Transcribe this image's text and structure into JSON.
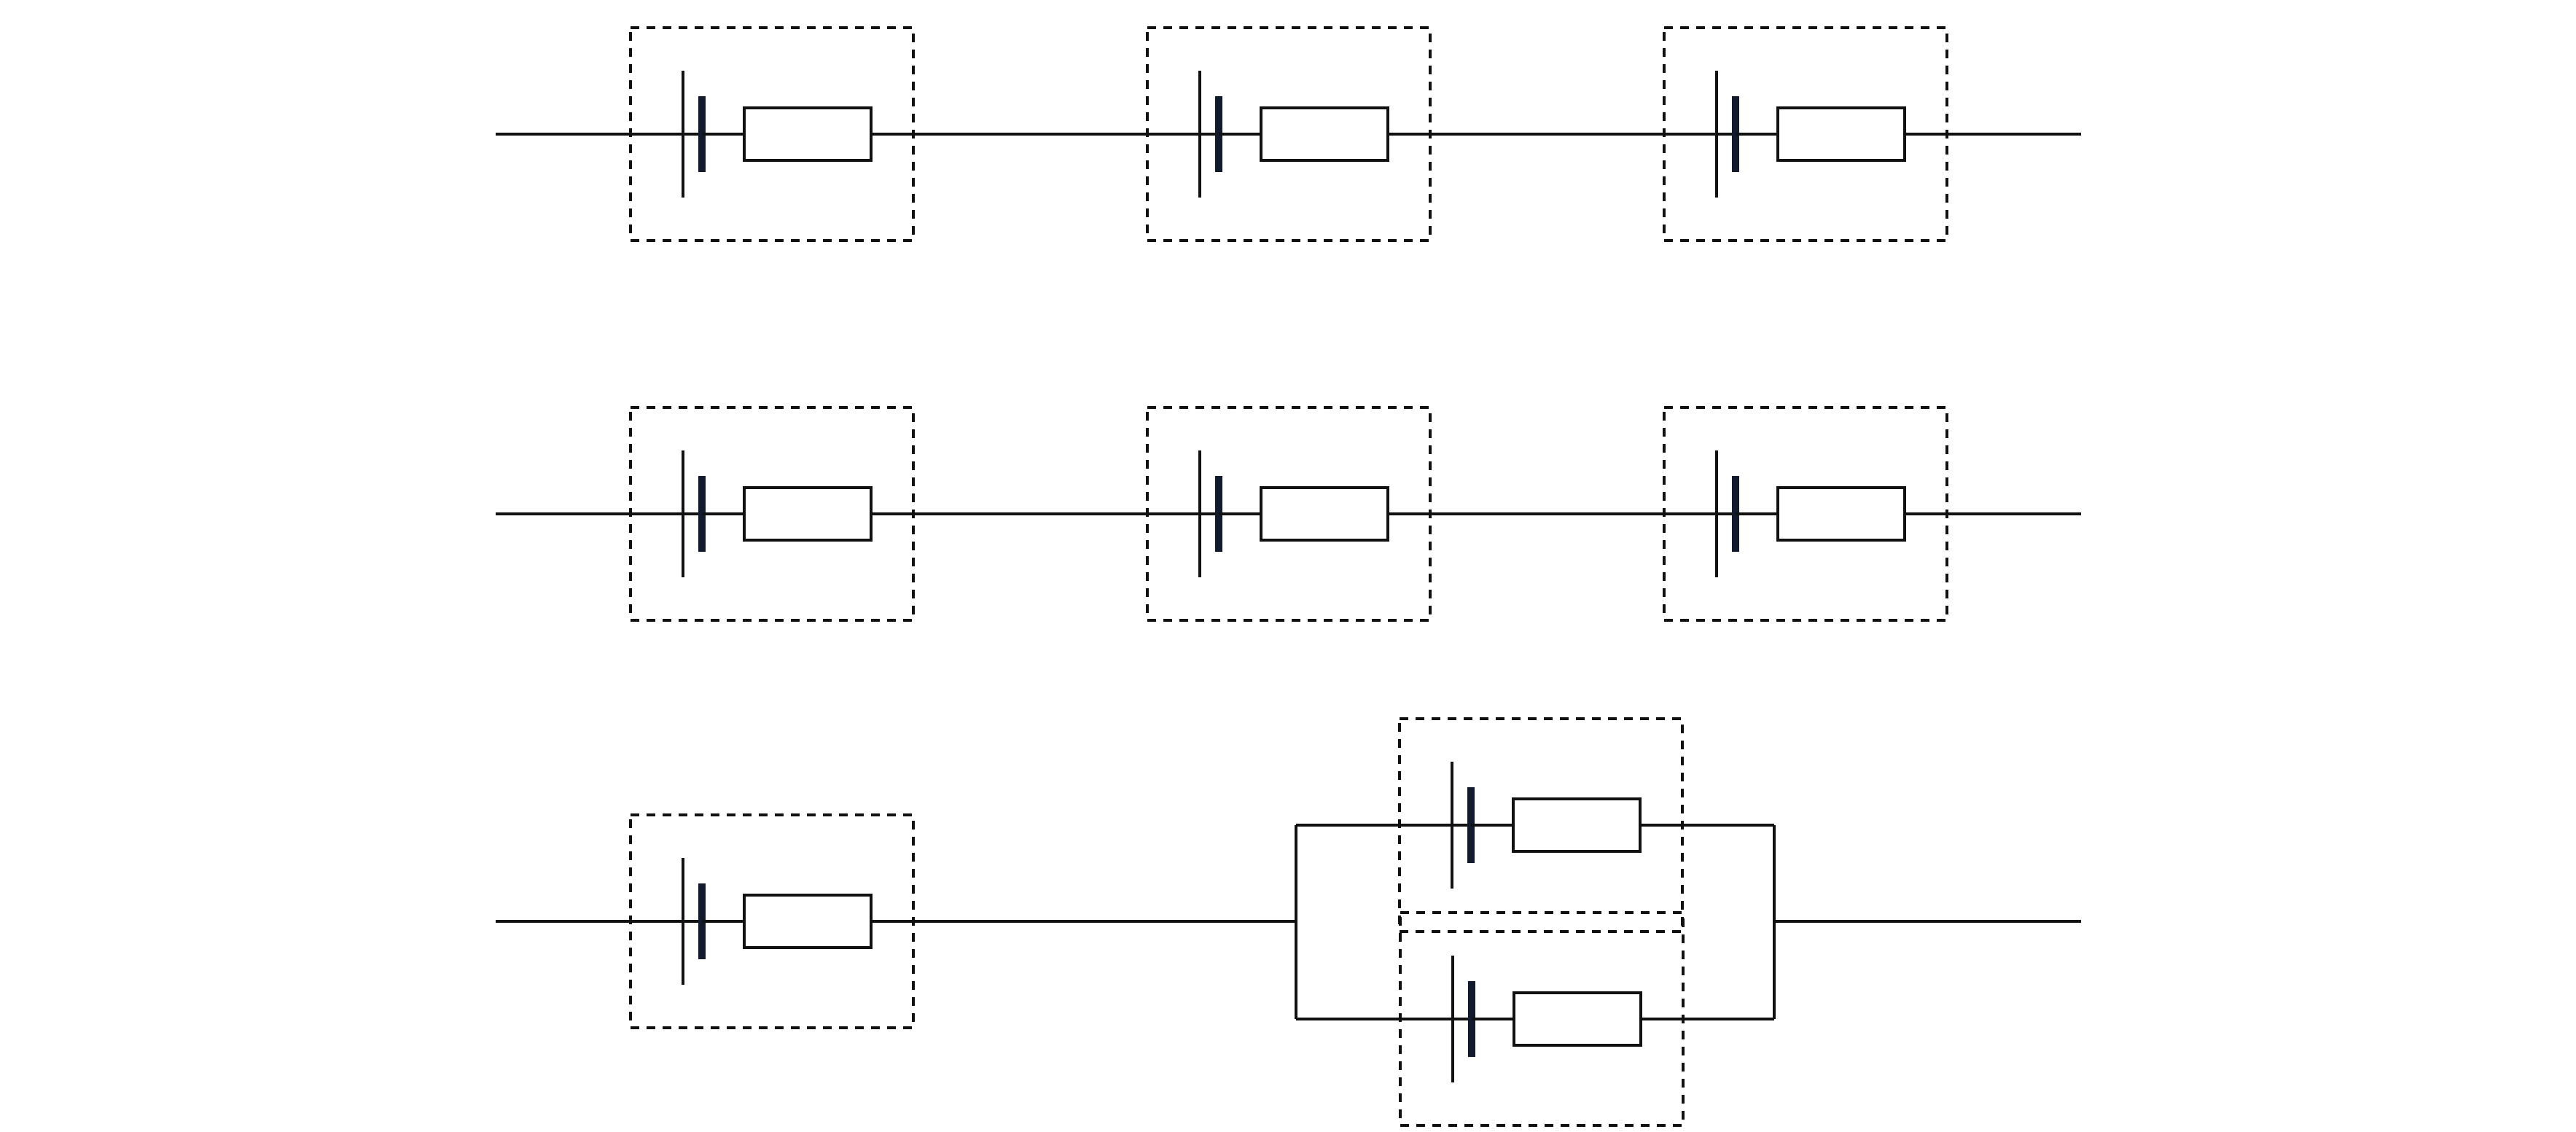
{
  "diagram": {
    "type": "battery-pack-topologies",
    "colors": {
      "background": "#ffffff",
      "wire": "#111111",
      "cell_negative_plate": "#121a2e",
      "module_border": "#111111"
    },
    "rows": [
      {
        "id": "row-1",
        "topology": "series",
        "modules": [
          {
            "id": "r1-m1",
            "components": [
              "battery-cell",
              "resistor"
            ]
          },
          {
            "id": "r1-m2",
            "components": [
              "battery-cell",
              "resistor"
            ]
          },
          {
            "id": "r1-m3",
            "components": [
              "battery-cell",
              "resistor"
            ]
          }
        ]
      },
      {
        "id": "row-2",
        "topology": "series",
        "modules": [
          {
            "id": "r2-m1",
            "components": [
              "battery-cell",
              "resistor"
            ]
          },
          {
            "id": "r2-m2",
            "components": [
              "battery-cell",
              "resistor"
            ]
          },
          {
            "id": "r2-m3",
            "components": [
              "battery-cell",
              "resistor"
            ]
          }
        ]
      },
      {
        "id": "row-3",
        "topology": "series-then-parallel",
        "modules": [
          {
            "id": "r3-m1",
            "components": [
              "battery-cell",
              "resistor"
            ]
          },
          {
            "id": "r3-m2-upper",
            "components": [
              "battery-cell",
              "resistor"
            ],
            "branch": "parallel-upper"
          },
          {
            "id": "r3-m3-lower",
            "components": [
              "battery-cell",
              "resistor"
            ],
            "branch": "parallel-lower"
          }
        ]
      }
    ]
  }
}
